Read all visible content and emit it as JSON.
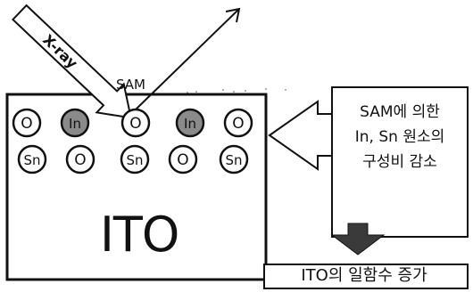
{
  "diagram": {
    "beam_label": "X-ray",
    "sam_label": "SAM",
    "substrate_label": "ITO",
    "atoms_row1": [
      "O",
      "In",
      "O",
      "In",
      "O"
    ],
    "atoms_row2": [
      "Sn",
      "O",
      "Sn",
      "O",
      "Sn"
    ],
    "callout_lines": [
      "SAM에 의한",
      "In, Sn 원소의",
      "구성비 감소"
    ],
    "result_label": "ITO의 일함수 증가",
    "colors": {
      "line": "#111111",
      "in_atom_fill": "#8a8a8a",
      "arrow_fill": "#3a3a3a"
    }
  }
}
